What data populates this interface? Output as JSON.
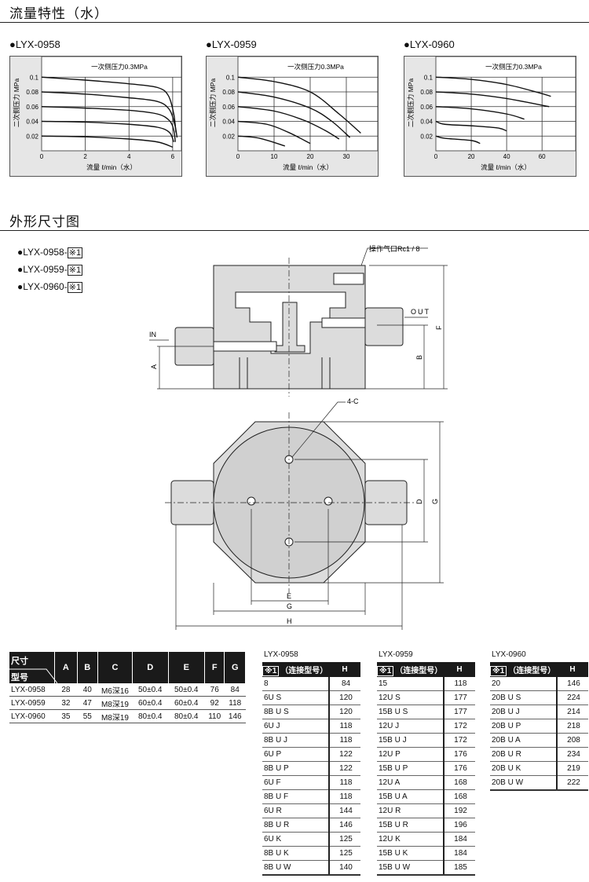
{
  "sections": {
    "flow_title": "流量特性（水）",
    "dims_title": "外形尺寸图"
  },
  "chart_data": [
    {
      "type": "line",
      "title": "LYX-0958",
      "annotation": "一次侧压力0.3MPa",
      "ylabel": "二次侧压力 MPa",
      "xlabel": "流量 ℓ/min（水）",
      "xticks": [
        "0",
        "2",
        "4",
        "6"
      ],
      "xtick_values": [
        0,
        2,
        4,
        6
      ],
      "yticks": [
        "0.1",
        "0.08",
        "0.06",
        "0.04",
        "0.02"
      ],
      "ytick_values": [
        0.1,
        0.08,
        0.06,
        0.04,
        0.02
      ],
      "xlim": [
        0,
        6.4
      ],
      "ylim": [
        0,
        0.128
      ],
      "grid": true,
      "series": [
        {
          "name": "0.1",
          "points": [
            [
              0,
              0.1
            ],
            [
              2,
              0.096
            ],
            [
              4,
              0.091
            ],
            [
              5.3,
              0.086
            ],
            [
              5.8,
              0.075
            ],
            [
              6.05,
              0.05
            ],
            [
              6.15,
              0.025
            ]
          ]
        },
        {
          "name": "0.08",
          "points": [
            [
              0,
              0.08
            ],
            [
              2,
              0.077
            ],
            [
              4,
              0.072
            ],
            [
              5.3,
              0.067
            ],
            [
              5.85,
              0.056
            ],
            [
              6.1,
              0.035
            ],
            [
              6.2,
              0.018
            ]
          ]
        },
        {
          "name": "0.06",
          "points": [
            [
              0,
              0.06
            ],
            [
              2,
              0.058
            ],
            [
              4,
              0.055
            ],
            [
              5.3,
              0.05
            ],
            [
              5.85,
              0.041
            ],
            [
              6.05,
              0.028
            ],
            [
              6.12,
              0.012
            ]
          ]
        },
        {
          "name": "0.04",
          "points": [
            [
              0,
              0.04
            ],
            [
              2,
              0.039
            ],
            [
              4,
              0.036
            ],
            [
              5.3,
              0.032
            ],
            [
              5.85,
              0.025
            ],
            [
              6.05,
              0.012
            ]
          ]
        },
        {
          "name": "0.02",
          "points": [
            [
              0,
              0.02
            ],
            [
              2,
              0.019
            ],
            [
              4,
              0.016
            ],
            [
              5.3,
              0.012
            ],
            [
              6,
              0.005
            ]
          ]
        }
      ]
    },
    {
      "type": "line",
      "title": "LYX-0959",
      "annotation": "一次侧压力0.3MPa",
      "ylabel": "二次侧压力 MPa",
      "xlabel": "流量 ℓ/min（水）",
      "xticks": [
        "0",
        "10",
        "20",
        "30"
      ],
      "xtick_values": [
        0,
        10,
        20,
        30
      ],
      "yticks": [
        "0.1",
        "0.08",
        "0.06",
        "0.04",
        "0.02"
      ],
      "ytick_values": [
        0.1,
        0.08,
        0.06,
        0.04,
        0.02
      ],
      "xlim": [
        0,
        38.7
      ],
      "ylim": [
        0,
        0.128
      ],
      "grid": true,
      "series": [
        {
          "name": "0.1",
          "points": [
            [
              0,
              0.1
            ],
            [
              10,
              0.094
            ],
            [
              20,
              0.08
            ],
            [
              28,
              0.05
            ],
            [
              34,
              0.024
            ]
          ]
        },
        {
          "name": "0.08",
          "points": [
            [
              0,
              0.08
            ],
            [
              10,
              0.073
            ],
            [
              20,
              0.058
            ],
            [
              26,
              0.04
            ],
            [
              31,
              0.018
            ]
          ]
        },
        {
          "name": "0.06",
          "points": [
            [
              0,
              0.06
            ],
            [
              10,
              0.054
            ],
            [
              18,
              0.042
            ],
            [
              24,
              0.028
            ],
            [
              28,
              0.016
            ]
          ]
        },
        {
          "name": "0.04",
          "points": [
            [
              0,
              0.04
            ],
            [
              8,
              0.036
            ],
            [
              14,
              0.025
            ],
            [
              20,
              0.01
            ]
          ]
        },
        {
          "name": "0.02",
          "points": [
            [
              0,
              0.02
            ],
            [
              6,
              0.017
            ],
            [
              13,
              0.0065
            ]
          ]
        }
      ]
    },
    {
      "type": "line",
      "title": "LYX-0960",
      "annotation": "一次侧压力0.3MPa",
      "ylabel": "二次侧压力 MPa",
      "xlabel": "流量 ℓ/min（水）",
      "xticks": [
        "0",
        "20",
        "40",
        "60"
      ],
      "xtick_values": [
        0,
        20,
        40,
        60
      ],
      "yticks": [
        "0.1",
        "0.08",
        "0.06",
        "0.04",
        "0.02"
      ],
      "ytick_values": [
        0.1,
        0.08,
        0.06,
        0.04,
        0.02
      ],
      "xlim": [
        0,
        79
      ],
      "ylim": [
        0,
        0.128
      ],
      "grid": true,
      "series": [
        {
          "name": "0.1",
          "points": [
            [
              0,
              0.1
            ],
            [
              20,
              0.097
            ],
            [
              40,
              0.09
            ],
            [
              58,
              0.079
            ],
            [
              65,
              0.074
            ]
          ]
        },
        {
          "name": "0.08",
          "points": [
            [
              0,
              0.08
            ],
            [
              20,
              0.077
            ],
            [
              40,
              0.071
            ],
            [
              64,
              0.06
            ]
          ]
        },
        {
          "name": "0.06",
          "points": [
            [
              0,
              0.06
            ],
            [
              20,
              0.057
            ],
            [
              40,
              0.05
            ],
            [
              50,
              0.043
            ]
          ]
        },
        {
          "name": "0.04",
          "points": [
            [
              0,
              0.04
            ],
            [
              5,
              0.036
            ],
            [
              20,
              0.034
            ],
            [
              35,
              0.031
            ],
            [
              40,
              0.027
            ]
          ]
        },
        {
          "name": "0.02",
          "points": [
            [
              0,
              0.02
            ],
            [
              5,
              0.017
            ],
            [
              20,
              0.014
            ],
            [
              25,
              0.01
            ]
          ]
        }
      ]
    }
  ],
  "legend": {
    "items": [
      "LYX-0958-",
      "LYX-0959-",
      "LYX-0960-"
    ],
    "mark": "※1"
  },
  "drawing": {
    "port_label": "操作气口Rc1 / 8",
    "in": "IN",
    "out": "OUT",
    "dims": {
      "A": "A",
      "B": "B",
      "F": "F",
      "C": "4-C",
      "D": "D",
      "E": "E",
      "G": "G",
      "H": "H"
    }
  },
  "dim_table": {
    "corner_top": "尺寸",
    "corner_bottom": "型号",
    "columns": [
      "A",
      "B",
      "C",
      "D",
      "E",
      "F",
      "G"
    ],
    "rows": [
      {
        "model": "LYX-0958",
        "values": [
          "28",
          "40",
          "M6深16",
          "50±0.4",
          "50±0.4",
          "76",
          "84"
        ]
      },
      {
        "model": "LYX-0959",
        "values": [
          "32",
          "47",
          "M8深19",
          "60±0.4",
          "60±0.4",
          "92",
          "118"
        ]
      },
      {
        "model": "LYX-0960",
        "values": [
          "35",
          "55",
          "M8深19",
          "80±0.4",
          "80±0.4",
          "110",
          "146"
        ]
      }
    ]
  },
  "h_tables": [
    {
      "title": "LYX-0958",
      "mark": "※1",
      "header": "（连接型号）",
      "h": "H",
      "rows": [
        [
          "8",
          "84"
        ],
        [
          "6U S",
          "120"
        ],
        [
          "8B U S",
          "120"
        ],
        [
          "6U J",
          "118"
        ],
        [
          "8B U J",
          "118"
        ],
        [
          "6U P",
          "122"
        ],
        [
          "8B U P",
          "122"
        ],
        [
          "6U F",
          "118"
        ],
        [
          "8B U F",
          "118"
        ],
        [
          "6U R",
          "144"
        ],
        [
          "8B U R",
          "146"
        ],
        [
          "6U K",
          "125"
        ],
        [
          "8B U K",
          "125"
        ],
        [
          "8B U W",
          "140"
        ]
      ]
    },
    {
      "title": "LYX-0959",
      "mark": "※1",
      "header": "（连接型号）",
      "h": "H",
      "rows": [
        [
          "15",
          "118"
        ],
        [
          "12U S",
          "177"
        ],
        [
          "15B U S",
          "177"
        ],
        [
          "12U J",
          "172"
        ],
        [
          "15B U J",
          "172"
        ],
        [
          "12U P",
          "176"
        ],
        [
          "15B U P",
          "176"
        ],
        [
          "12U A",
          "168"
        ],
        [
          "15B U A",
          "168"
        ],
        [
          "12U R",
          "192"
        ],
        [
          "15B U R",
          "196"
        ],
        [
          "12U K",
          "184"
        ],
        [
          "15B U K",
          "184"
        ],
        [
          "15B U W",
          "185"
        ]
      ]
    },
    {
      "title": "LYX-0960",
      "mark": "※1",
      "header": "（连接型号）",
      "h": "H",
      "rows": [
        [
          "20",
          "146"
        ],
        [
          "20B U S",
          "224"
        ],
        [
          "20B U J",
          "214"
        ],
        [
          "20B U P",
          "218"
        ],
        [
          "20B U A",
          "208"
        ],
        [
          "20B U R",
          "234"
        ],
        [
          "20B U K",
          "219"
        ],
        [
          "20B U W",
          "222"
        ]
      ]
    }
  ]
}
